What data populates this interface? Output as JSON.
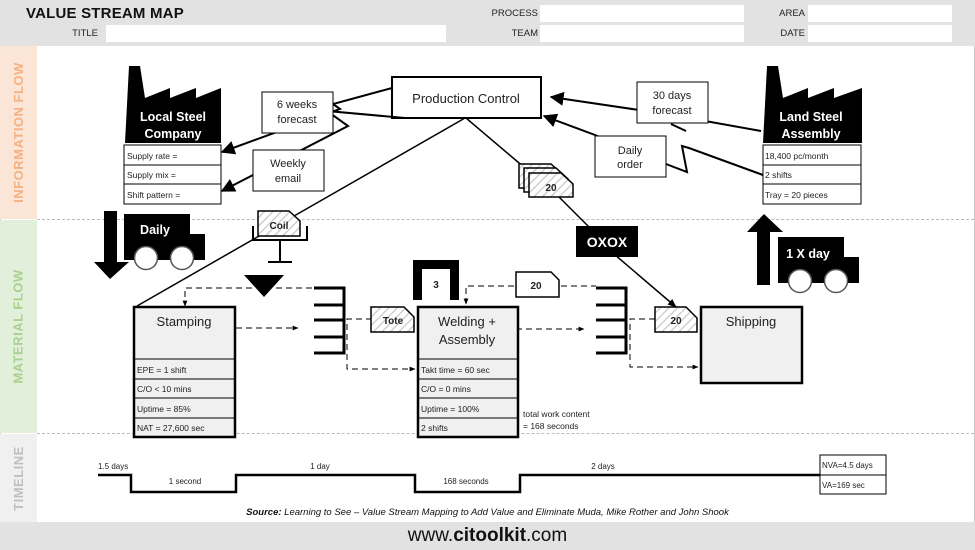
{
  "header": {
    "title": "VALUE STREAM MAP",
    "fields": {
      "title_label": "TITLE",
      "title_value": "",
      "process_label": "PROCESS",
      "process_value": "",
      "team_label": "TEAM",
      "team_value": "",
      "area_label": "AREA",
      "area_value": "",
      "date_label": "DATE",
      "date_value": ""
    }
  },
  "bands": {
    "information": {
      "label": "INFORMATION FLOW",
      "color": "#f4b183",
      "bg": "#fbe5d6"
    },
    "material": {
      "label": "MATERIAL FLOW",
      "color": "#a9d18e",
      "bg": "#e2efda"
    },
    "timeline": {
      "label": "TIMELINE",
      "color": "#bfbfbf",
      "bg": "#f0f0f0"
    }
  },
  "production_control": {
    "label": "Production Control"
  },
  "supplier": {
    "name_line1": "Local Steel",
    "name_line2": "Company",
    "rows": [
      "Supply rate =",
      "Supply mix =",
      "Shift pattern ="
    ]
  },
  "customer": {
    "name_line1": "Land Steel",
    "name_line2": "Assembly",
    "rows": [
      "18,400 pc/month",
      "2 shifts",
      "Tray = 20 pieces"
    ]
  },
  "info_boxes": {
    "six_weeks": [
      "6 weeks",
      "forecast"
    ],
    "weekly_email": [
      "Weekly",
      "email"
    ],
    "thirty_days": [
      "30 days",
      "forecast"
    ],
    "daily_order": [
      "Daily",
      "order"
    ]
  },
  "kanban_stack_label": "20",
  "load_leveling_label": "OXOX",
  "trucks": {
    "inbound": {
      "label": "Daily"
    },
    "outbound": {
      "label": "1 X day"
    }
  },
  "coil_label": "Coil",
  "tote_label": "Tote",
  "withdrawal_kanban_label": "20",
  "production_kanban_label": "20",
  "fifo_label": "3",
  "processes": [
    {
      "name_line1": "Stamping",
      "name_line2": "",
      "rows": [
        "EPE = 1 shift",
        "C/O < 10 mins",
        "Uptime = 85%",
        "NAT = 27,600 sec"
      ]
    },
    {
      "name_line1": "Welding +",
      "name_line2": "Assembly",
      "rows": [
        "Takt time = 60 sec",
        "C/O = 0 mins",
        "Uptime = 100%",
        "2 shifts"
      ]
    },
    {
      "name_line1": "Shipping",
      "name_line2": "",
      "rows": []
    }
  ],
  "work_content_note": [
    "total work content",
    "= 168 seconds"
  ],
  "timeline": {
    "upper": [
      "1.5 days",
      "1 day",
      "2 days"
    ],
    "lower": [
      "1 second",
      "168 seconds"
    ],
    "summary": {
      "nva": "NVA=4.5 days",
      "va": "VA=169 sec"
    }
  },
  "source": {
    "prefix": "Source:",
    "text": " Learning to See – Value Stream Mapping to Add Value and Eliminate Muda, Mike Rother and John Shook"
  },
  "footer": {
    "url_prefix": "www.",
    "url_bold": "citoolkit",
    "url_suffix": ".com"
  }
}
